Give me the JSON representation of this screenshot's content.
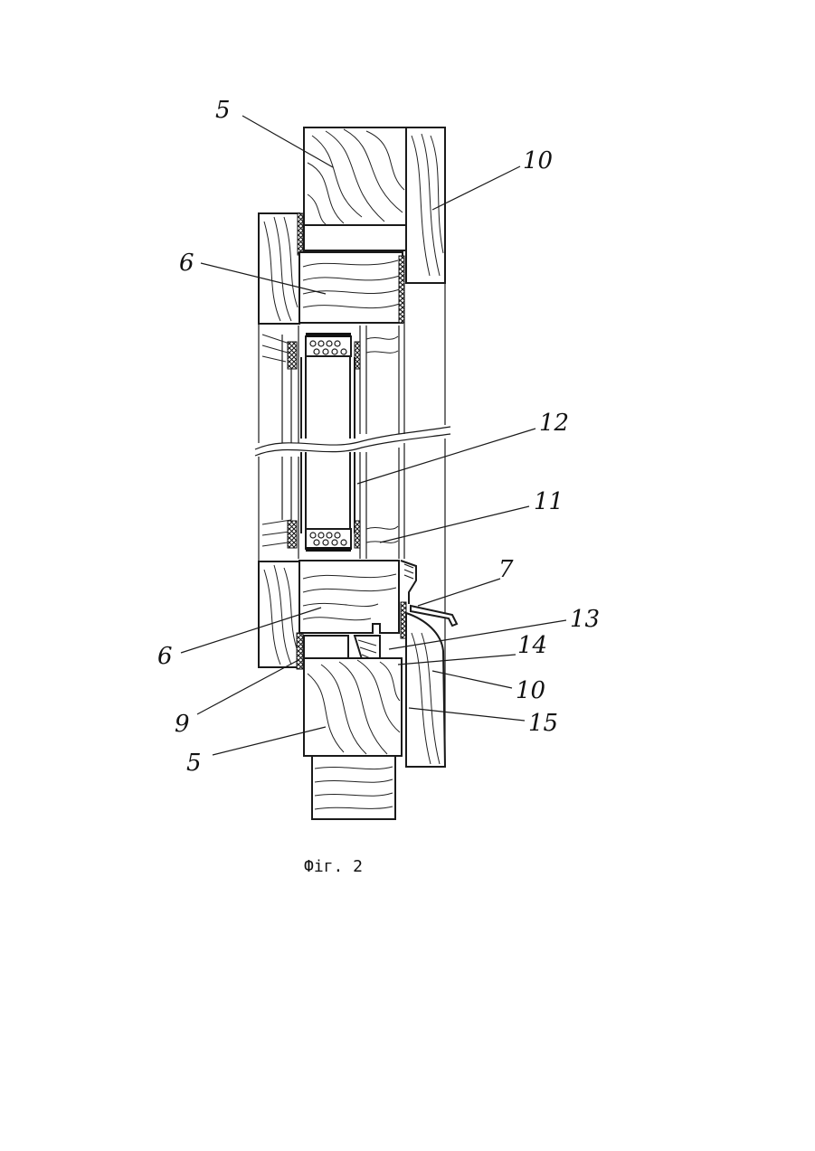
{
  "caption": "Фіг. 2",
  "labels": {
    "l5_top": "5",
    "l10_top": "10",
    "l6_top": "6",
    "l12": "12",
    "l11": "11",
    "l7": "7",
    "l13": "13",
    "l6_bottom": "6",
    "l14": "14",
    "l10_bottom": "10",
    "l9": "9",
    "l15": "15",
    "l5_bottom": "5"
  }
}
